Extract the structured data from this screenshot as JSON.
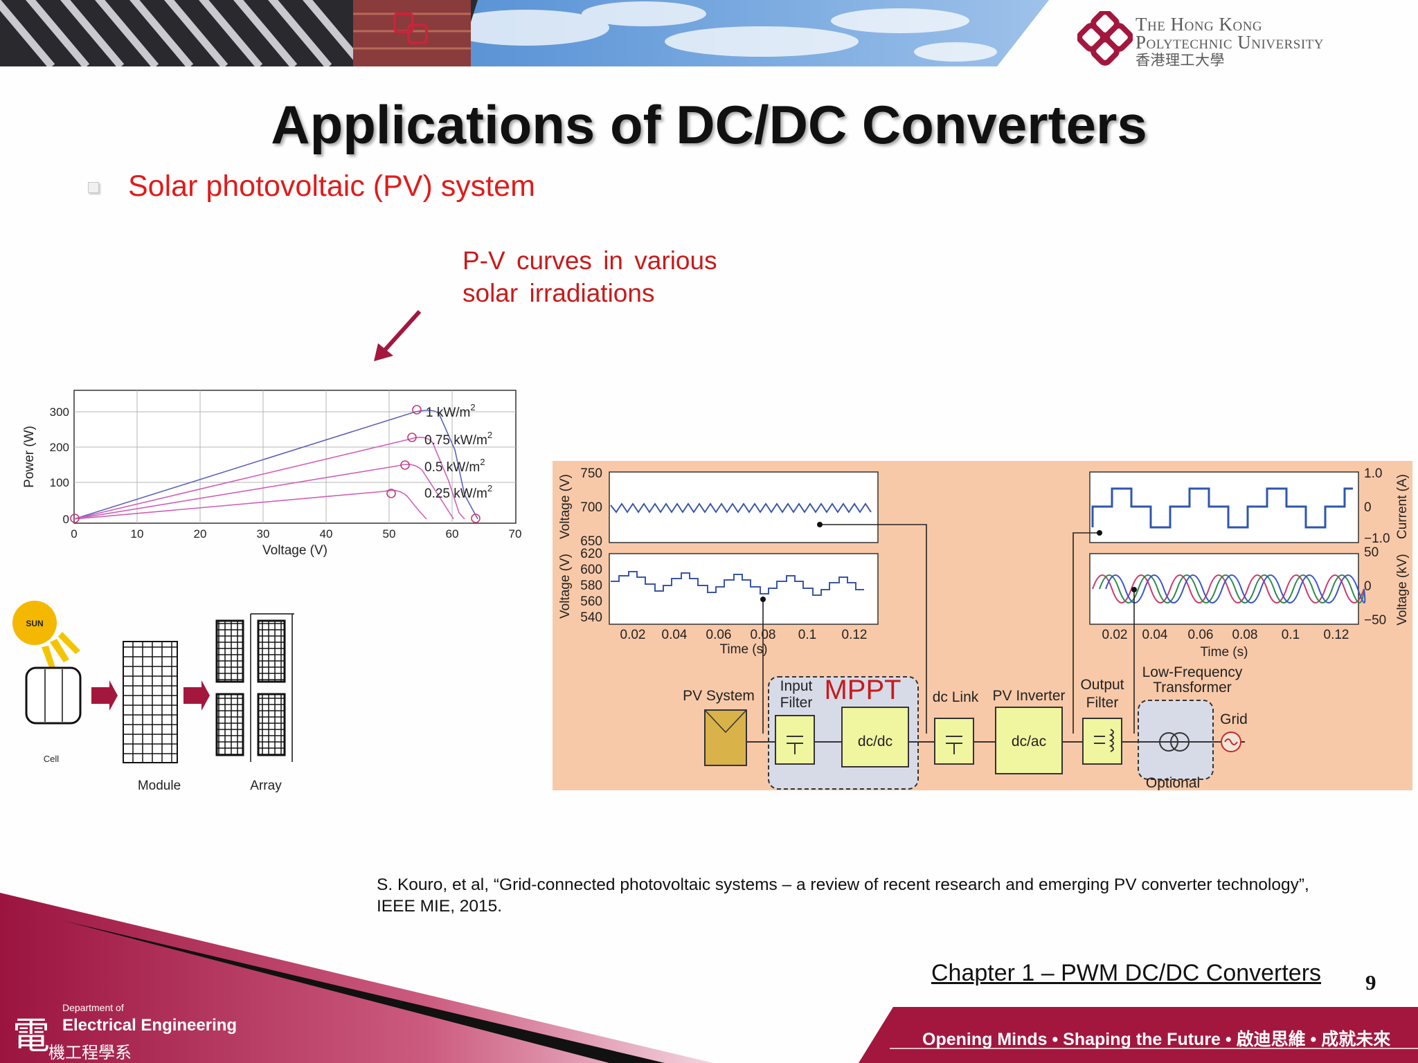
{
  "header": {
    "university_en_line1": "The Hong Kong",
    "university_en_line2": "Polytechnic University",
    "university_zh": "香港理工大學"
  },
  "slide": {
    "title": "Applications of DC/DC Converters",
    "bullet": "Solar photovoltaic (PV) system",
    "callout_line1": "P-V curves in various",
    "callout_line2": "solar irradiations",
    "citation_line1": "S. Kouro, et al, “Grid-connected photovoltaic systems – a review of recent research and emerging PV converter technology”,",
    "citation_line2": "IEEE MIE, 2015.",
    "chapter": "Chapter 1 – PWM DC/DC Converters",
    "page_number": "9"
  },
  "pv_chart": {
    "ylabel": "Power (W)",
    "xlabel": "Voltage (V)",
    "y_ticks": [
      "300",
      "200",
      "100",
      "0"
    ],
    "x_ticks": [
      "0",
      "10",
      "20",
      "30",
      "40",
      "50",
      "60",
      "70"
    ],
    "curves": [
      {
        "label": "1 kW/m",
        "sup": "2",
        "color": "#5a62b8"
      },
      {
        "label": "0.75 kW/m",
        "sup": "2",
        "color": "#cf5fb8"
      },
      {
        "label": "0.5 kW/m",
        "sup": "2",
        "color": "#cf5fb8"
      },
      {
        "label": "0.25 kW/m",
        "sup": "2",
        "color": "#cf5fb8"
      }
    ]
  },
  "pv_hierarchy": {
    "sun": "SUN",
    "cell": "Cell",
    "module": "Module",
    "array": "Array"
  },
  "system_diagram": {
    "left_plots": {
      "y1_label": "Voltage (V)",
      "y1_ticks": [
        "750",
        "700",
        "650"
      ],
      "y2_label": "Voltage (V)",
      "y2_ticks": [
        "620",
        "600",
        "580",
        "560",
        "540"
      ],
      "x_ticks": [
        "0.02",
        "0.04",
        "0.06",
        "0.08",
        "0.1",
        "0.12"
      ],
      "xlabel": "Time (s)"
    },
    "right_plots": {
      "y1_label": "Current (A)",
      "y1_ticks": [
        "1.0",
        "0",
        "−1.0"
      ],
      "y2_label": "Voltage (kV)",
      "y2_ticks": [
        "50",
        "0",
        "−50"
      ],
      "x_ticks": [
        "0.02",
        "0.04",
        "0.06",
        "0.08",
        "0.1",
        "0.12"
      ],
      "xlabel": "Time (s)"
    },
    "blocks": {
      "pv_system": "PV System",
      "input_filter_1": "Input",
      "input_filter_2": "Filter",
      "mppt": "MPPT",
      "dcdc": "dc/dc",
      "dc_link": "dc Link",
      "pv_inverter": "PV Inverter",
      "dcac": "dc/ac",
      "output_filter_1": "Output",
      "output_filter_2": "Filter",
      "lf_transformer_1": "Low-Frequency",
      "lf_transformer_2": "Transformer",
      "optional": "Optional",
      "grid": "Grid"
    }
  },
  "footer": {
    "dept_label": "Department of",
    "dept_name": "Electrical Engineering",
    "dept_zh": "機工程學系",
    "dept_logo_char": "電",
    "slogan": "Opening Minds • Shaping the Future • 啟迪思維 • 成就未來"
  },
  "colors": {
    "title": "#111111",
    "bullet": "#e01b1b",
    "callout": "#c81a1a",
    "footer_maroon": "#a3173f",
    "diagram_bg": "#f8c9a8",
    "block_fill": "#f0f5a0"
  }
}
